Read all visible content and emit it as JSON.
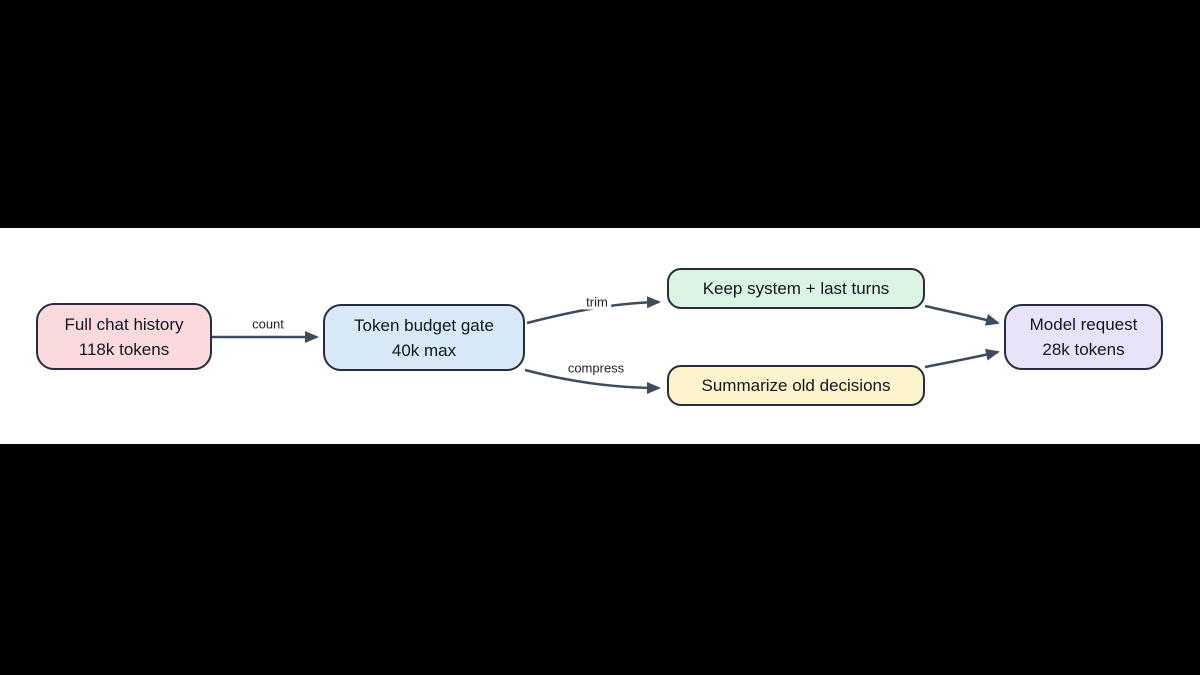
{
  "canvas": {
    "background_color": "#000000",
    "diagram_background_color": "#ffffff",
    "node_border_color": "#262c3d",
    "edge_color": "#414b5e"
  },
  "diagram": {
    "type": "flowchart-left-to-right",
    "nodes": {
      "history": {
        "line1": "Full chat history",
        "line2": "118k tokens",
        "fill": "#fbdade"
      },
      "gate": {
        "line1": "Token budget gate",
        "line2": "40k max",
        "fill": "#d8e9f8"
      },
      "keep": {
        "line1": "Keep system + last turns",
        "fill": "#dbf5e2"
      },
      "summarize": {
        "line1": "Summarize old decisions",
        "fill": "#fdf3cc"
      },
      "model": {
        "line1": "Model request",
        "line2": "28k tokens",
        "fill": "#e9e3f9"
      }
    },
    "edge_labels": {
      "count": "count",
      "trim": "trim",
      "compress": "compress"
    },
    "edges": [
      {
        "from": "history",
        "to": "gate",
        "label": "count"
      },
      {
        "from": "gate",
        "to": "keep",
        "label": "trim"
      },
      {
        "from": "gate",
        "to": "summarize",
        "label": "compress"
      },
      {
        "from": "keep",
        "to": "model",
        "label": ""
      },
      {
        "from": "summarize",
        "to": "model",
        "label": ""
      }
    ]
  }
}
